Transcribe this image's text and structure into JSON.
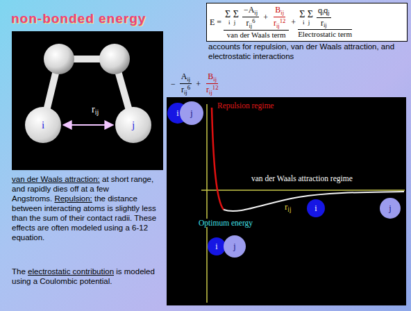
{
  "diagram": {
    "title": "non-bonded energy",
    "nodes": [
      {
        "text": [
          "E =",
          "Σ Σ",
          "i j",
          "−A",
          "ij",
          "r",
          "ij",
          "6",
          "+",
          "B",
          "ij",
          "r",
          "ij",
          "12",
          "van der Waals term",
          "+",
          "Σ Σ",
          "i j",
          "q",
          "i",
          "q",
          "j",
          "r",
          "ij",
          "Electrostatic term"
        ]
      },
      {
        "text": [
          "i"
        ]
      },
      {
        "text": [
          "j"
        ]
      },
      {
        "text": [
          "i"
        ]
      },
      {
        "text": [
          "j"
        ]
      },
      {
        "text": [
          "i"
        ]
      },
      {
        "text": [
          "j"
        ]
      },
      {
        "text": [
          "i"
        ]
      },
      {
        "text": [
          "j"
        ]
      }
    ],
    "edges": [
      {
        "from": 1,
        "to": 2,
        "arrow": "both"
      }
    ],
    "labels": [
      "accounts for repulsion, van der Waals attraction, and electrostatic interactions",
      "r",
      "ij",
      "−",
      "A",
      "ij",
      "r",
      "ij",
      "6",
      "+",
      "B",
      "ij",
      "r",
      "ij",
      "12",
      "Repulsion regime",
      "van der Waals attraction regime",
      "r",
      "ij",
      "Optimum energy",
      "van der Waals attraction:",
      "at short range, and rapidly dies off at a few Angstroms.",
      "Repulsion:",
      "the distance between interacting atoms is slightly less than the sum of their contact radii. These effects are often modeled using a 6-12 equation.",
      "The",
      "electrostatic contribution",
      "is modeled using a Coulombic potential."
    ]
  }
}
